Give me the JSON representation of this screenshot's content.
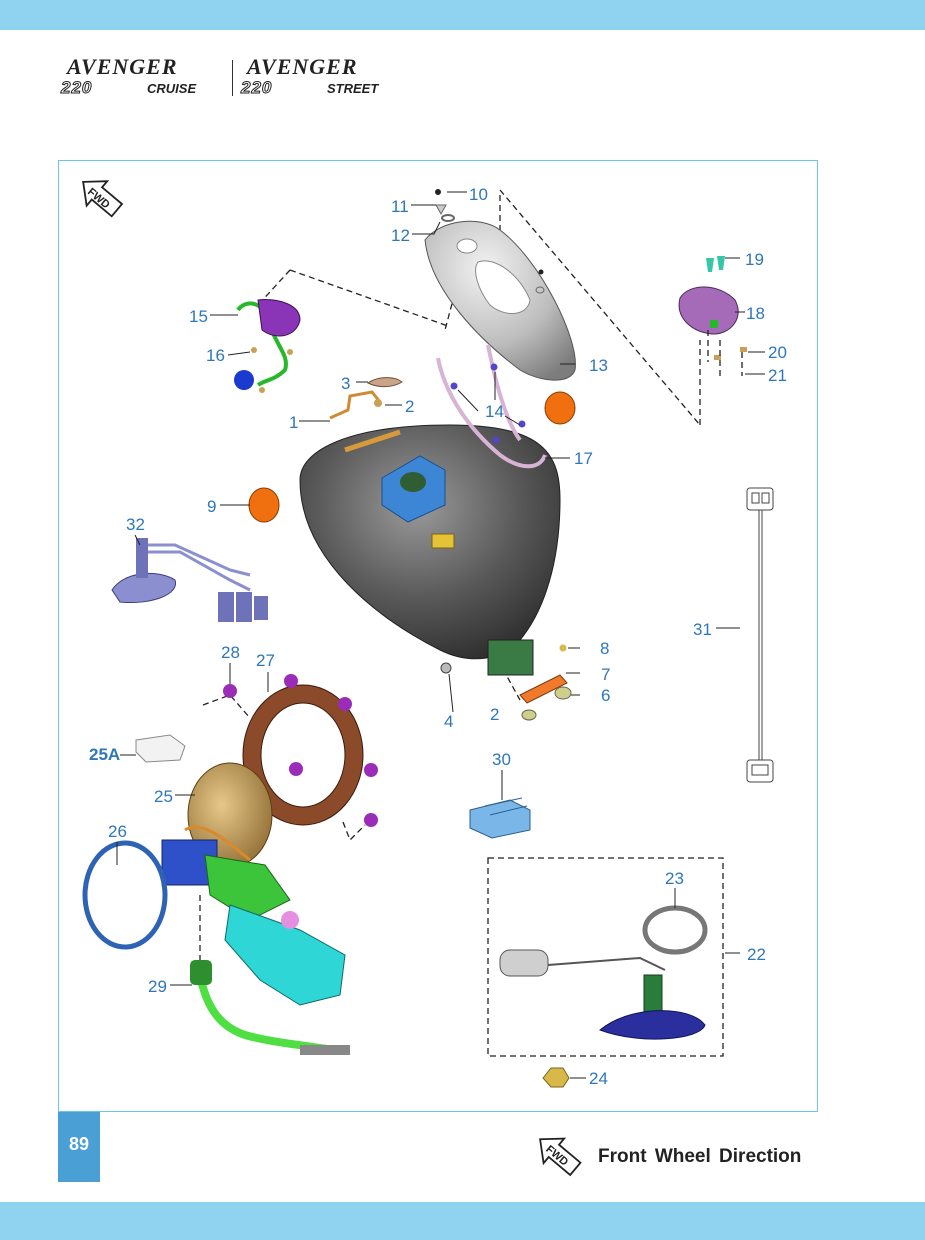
{
  "brand": {
    "left_name": "AVENGER",
    "left_number": "220",
    "left_variant": "CRUISE",
    "right_name": "AVENGER",
    "right_number": "220",
    "right_variant": "STREET"
  },
  "fwd_icon_label": "FWD",
  "diagram": {
    "parts": [
      {
        "id": "label-1",
        "text": "1"
      },
      {
        "id": "label-2a",
        "text": "2"
      },
      {
        "id": "label-2b",
        "text": "2"
      },
      {
        "id": "label-3",
        "text": "3"
      },
      {
        "id": "label-4",
        "text": "4"
      },
      {
        "id": "label-6",
        "text": "6"
      },
      {
        "id": "label-7",
        "text": "7"
      },
      {
        "id": "label-8",
        "text": "8"
      },
      {
        "id": "label-9",
        "text": "9"
      },
      {
        "id": "label-10",
        "text": "10"
      },
      {
        "id": "label-11",
        "text": "11"
      },
      {
        "id": "label-12",
        "text": "12"
      },
      {
        "id": "label-13",
        "text": "13"
      },
      {
        "id": "label-14",
        "text": "14"
      },
      {
        "id": "label-15",
        "text": "15"
      },
      {
        "id": "label-16",
        "text": "16"
      },
      {
        "id": "label-17",
        "text": "17"
      },
      {
        "id": "label-18",
        "text": "18"
      },
      {
        "id": "label-19",
        "text": "19"
      },
      {
        "id": "label-20",
        "text": "20"
      },
      {
        "id": "label-21",
        "text": "21"
      },
      {
        "id": "label-22",
        "text": "22"
      },
      {
        "id": "label-23",
        "text": "23"
      },
      {
        "id": "label-24",
        "text": "24"
      },
      {
        "id": "label-25",
        "text": "25"
      },
      {
        "id": "label-25a",
        "text": "25A"
      },
      {
        "id": "label-26",
        "text": "26"
      },
      {
        "id": "label-27",
        "text": "27"
      },
      {
        "id": "label-28",
        "text": "28"
      },
      {
        "id": "label-29",
        "text": "29"
      },
      {
        "id": "label-30",
        "text": "30"
      },
      {
        "id": "label-31",
        "text": "31"
      },
      {
        "id": "label-32",
        "text": "32"
      }
    ]
  },
  "page_number": "89",
  "legend": {
    "icon_label": "FWD",
    "text": "Front Wheel Direction"
  },
  "colors": {
    "band": "#8fd3f0",
    "frame_border": "#6cc5ea",
    "label_blue": "#2e77b8",
    "page_box": "#4a9fd4"
  }
}
